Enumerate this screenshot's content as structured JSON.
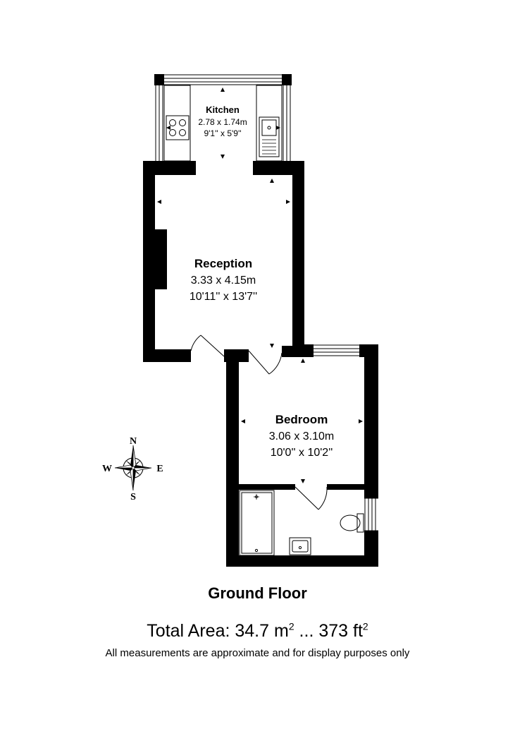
{
  "rooms": {
    "kitchen": {
      "name": "Kitchen",
      "metric": "2.78 x 1.74m",
      "imperial": "9'1'' x 5'9''"
    },
    "reception": {
      "name": "Reception",
      "metric": "3.33 x 4.15m",
      "imperial": "10'11'' x 13'7''"
    },
    "bedroom": {
      "name": "Bedroom",
      "metric": "3.06 x 3.10m",
      "imperial": "10'0'' x 10'2''"
    }
  },
  "compass": {
    "north": "N",
    "south": "S",
    "east": "E",
    "west": "W"
  },
  "floor_title": "Ground Floor",
  "total_area": {
    "label": "Total Area: ",
    "metric_value": "34.7 m",
    "separator": " ... ",
    "imperial_value": "373 ft",
    "superscript": "2"
  },
  "disclaimer": "All measurements are approximate and for display purposes only"
}
